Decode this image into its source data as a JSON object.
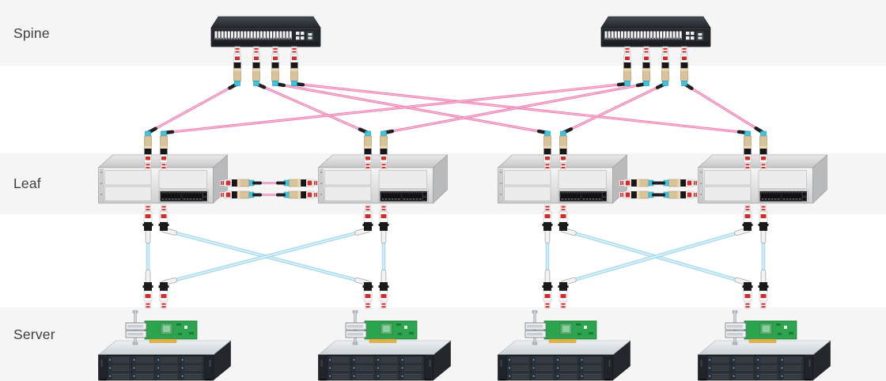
{
  "diagram": {
    "rows": [
      {
        "id": "spine",
        "label": "Spine"
      },
      {
        "id": "leaf",
        "label": "Leaf"
      },
      {
        "id": "server",
        "label": "Server"
      }
    ],
    "nodes": {
      "spine_switches": [
        {
          "id": "spine-1"
        },
        {
          "id": "spine-2"
        }
      ],
      "leaf_switches": [
        {
          "id": "leaf-1"
        },
        {
          "id": "leaf-2"
        },
        {
          "id": "leaf-3"
        },
        {
          "id": "leaf-4"
        }
      ],
      "servers": [
        {
          "id": "server-1",
          "nic_id": "nic-1"
        },
        {
          "id": "server-2",
          "nic_id": "nic-2"
        },
        {
          "id": "server-3",
          "nic_id": "nic-3"
        },
        {
          "id": "server-4",
          "nic_id": "nic-4"
        }
      ]
    },
    "icons": {
      "spine_switch": "rack-switch-icon",
      "leaf_switch": "rack-switch-icon",
      "server": "rack-server-icon",
      "nic": "nic-card-icon",
      "spine_leaf_transceiver": "qsfp-transceiver-icon",
      "leaf_server_transceiver": "sfp-transceiver-icon"
    },
    "links": {
      "spine_leaf": [
        {
          "from": "spine-1",
          "from_port": 1,
          "to": "leaf-1",
          "to_port": 1
        },
        {
          "from": "spine-1",
          "from_port": 2,
          "to": "leaf-2",
          "to_port": 1
        },
        {
          "from": "spine-1",
          "from_port": 3,
          "to": "leaf-3",
          "to_port": 1
        },
        {
          "from": "spine-1",
          "from_port": 4,
          "to": "leaf-4",
          "to_port": 1
        },
        {
          "from": "spine-2",
          "from_port": 1,
          "to": "leaf-1",
          "to_port": 2
        },
        {
          "from": "spine-2",
          "from_port": 2,
          "to": "leaf-2",
          "to_port": 2
        },
        {
          "from": "spine-2",
          "from_port": 3,
          "to": "leaf-3",
          "to_port": 2
        },
        {
          "from": "spine-2",
          "from_port": 4,
          "to": "leaf-4",
          "to_port": 2
        }
      ],
      "leaf_peer": [
        {
          "between": [
            "leaf-1",
            "leaf-2"
          ],
          "cables": 2
        },
        {
          "between": [
            "leaf-3",
            "leaf-4"
          ],
          "cables": 2
        }
      ],
      "leaf_server": [
        {
          "from": "leaf-1",
          "from_port": 1,
          "to": "server-1",
          "to_port": 1
        },
        {
          "from": "leaf-1",
          "from_port": 2,
          "to": "server-2",
          "to_port": 1
        },
        {
          "from": "leaf-2",
          "from_port": 1,
          "to": "server-1",
          "to_port": 2
        },
        {
          "from": "leaf-2",
          "from_port": 2,
          "to": "server-2",
          "to_port": 2
        },
        {
          "from": "leaf-3",
          "from_port": 1,
          "to": "server-3",
          "to_port": 1
        },
        {
          "from": "leaf-3",
          "from_port": 2,
          "to": "server-4",
          "to_port": 1
        },
        {
          "from": "leaf-4",
          "from_port": 1,
          "to": "server-3",
          "to_port": 2
        },
        {
          "from": "leaf-4",
          "from_port": 2,
          "to": "server-4",
          "to_port": 2
        }
      ]
    },
    "colors": {
      "band": "#f5f5f5",
      "label_text": "#3e3e3e",
      "spine_leaf_cable": "#ef7fb2",
      "leaf_peer_cable": "#ef7fb2",
      "leaf_server_cable": "#aadcef",
      "transceiver_tan": "#d9c39a",
      "connector_cyan": "#3fc3de",
      "accent_red": "#d22b2b",
      "nic_green": "#2da44e"
    }
  }
}
